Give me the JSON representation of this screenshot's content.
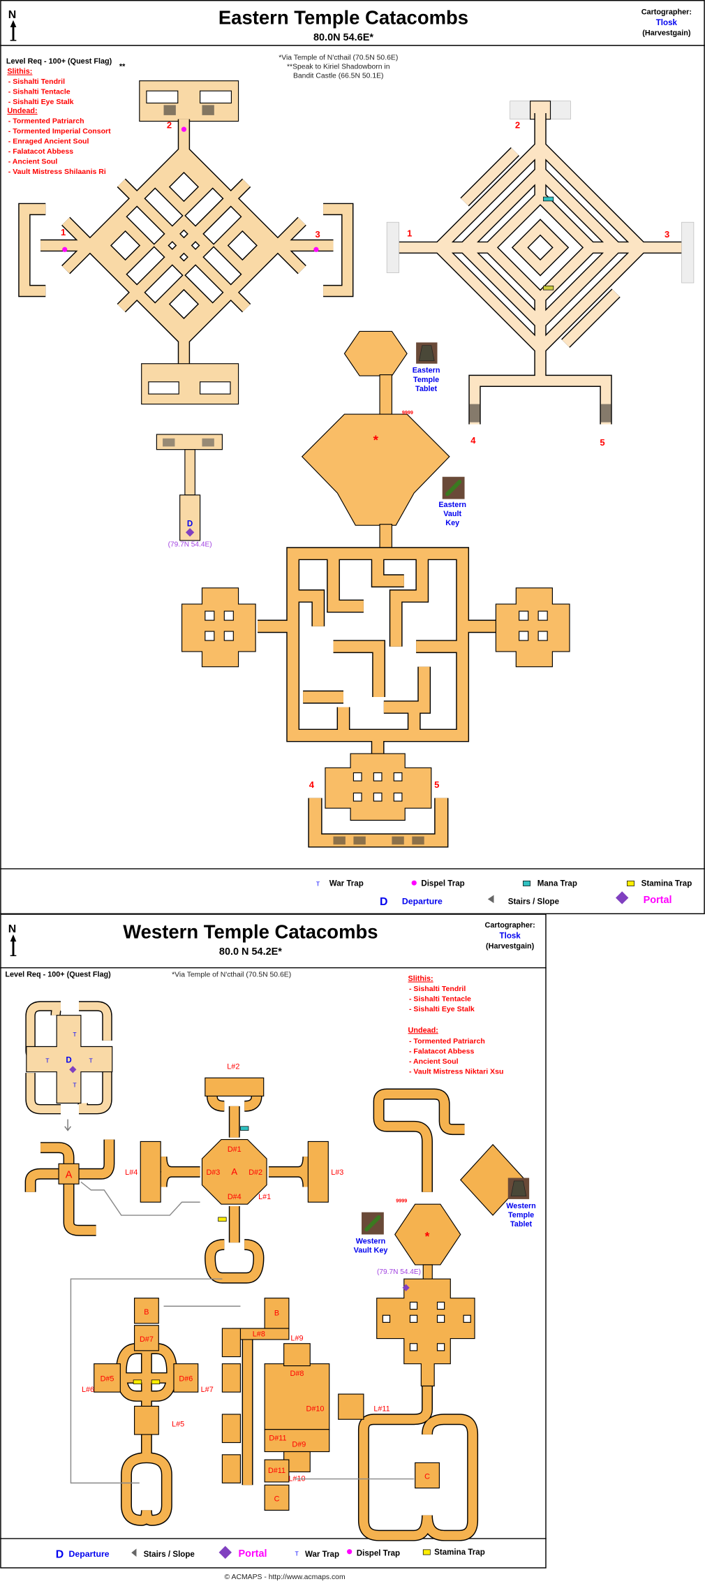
{
  "eastern": {
    "north_label": "N",
    "title": "Eastern Temple Catacombs",
    "coords": "80.0N 54.6E*",
    "cartographer_label": "Cartographer:",
    "cartographer_name": "Tlosk",
    "cartographer_server": "(Harvestgain)",
    "level_req": "Level Req - 100+ (Quest Flag)",
    "level_req_mark": "**",
    "notes": [
      "*Via Temple of N'cthail (70.5N 50.6E)",
      "**Speak to Kiriel Shadowborn in",
      "Bandit Castle (66.5N 50.1E)"
    ],
    "slithis_header": "Slithis:",
    "slithis": [
      "- Sishalti Tendril",
      "- Sishalti Tentacle",
      "- Sishalti Eye Stalk"
    ],
    "undead_header": "Undead:",
    "undead": [
      "- Tormented Patriarch",
      "- Tormented Imperial Consort",
      "- Enraged Ancient Soul",
      "- Falatacot Abbess",
      "- Ancient Soul",
      "- Vault Mistress Shilaanis Ri"
    ],
    "map_numbers": [
      "1",
      "2",
      "3",
      "1",
      "2",
      "3",
      "4",
      "5",
      "4",
      "5"
    ],
    "departure_marker": "D",
    "departure_coords": "(79.7N 54.4E)",
    "tablet_label": [
      "Eastern",
      "Temple",
      "Tablet"
    ],
    "key_label": [
      "Eastern",
      "Vault",
      "Key"
    ],
    "key_cost": "9999",
    "star": "*",
    "legend": {
      "war_trap": "War Trap",
      "dispel_trap": "Dispel Trap",
      "mana_trap": "Mana Trap",
      "stamina_trap": "Stamina Trap",
      "departure_icon": "D",
      "departure": "Departure",
      "stairs": "Stairs / Slope",
      "portal": "Portal"
    }
  },
  "western": {
    "north_label": "N",
    "title": "Western Temple Catacombs",
    "coords": "80.0 N 54.2E*",
    "cartographer_label": "Cartographer:",
    "cartographer_name": "Tlosk",
    "cartographer_server": "(Harvestgain)",
    "level_req": "Level Req - 100+ (Quest Flag)",
    "note": "*Via Temple of N'cthail (70.5N 50.6E)",
    "slithis_header": "Slithis:",
    "slithis": [
      "- Sishalti Tendril",
      "- Sishalti Tentacle",
      "- Sishalti Eye Stalk"
    ],
    "undead_header": "Undead:",
    "undead": [
      "- Tormented Patriarch",
      "- Falatacot Abbess",
      "- Ancient Soul",
      "- Vault Mistress Niktari Xsu"
    ],
    "room_labels": {
      "A": "A",
      "B": "B",
      "C": "C",
      "D": "D",
      "D1": "D#1",
      "D2": "D#2",
      "D3": "D#3",
      "D4": "D#4",
      "D5": "D#5",
      "D6": "D#6",
      "D7": "D#7",
      "D8": "D#8",
      "D9": "D#9",
      "D10": "D#10",
      "D11": "D#11",
      "L1": "L#1",
      "L2": "L#2",
      "L3": "L#3",
      "L4": "L#4",
      "L5": "L#5",
      "L6": "L#6",
      "L7": "L#7",
      "L8": "L#8",
      "L9": "L#9",
      "L10": "L#10",
      "L11": "L#11"
    },
    "departure_coords": "(79.7N 54.4E)",
    "tablet_label": [
      "Western",
      "Temple",
      "Tablet"
    ],
    "key_label": [
      "Western",
      "Vault Key"
    ],
    "key_cost": "9999",
    "star": "*",
    "legend": {
      "departure_icon": "D",
      "departure": "Departure",
      "stairs": "Stairs / Slope",
      "portal": "Portal",
      "war_trap": "War Trap",
      "dispel_trap": "Dispel Trap",
      "stamina_trap": "Stamina Trap"
    }
  },
  "footer": "© ACMAPS - http://www.acmaps.com",
  "colors": {
    "light_floor": "#F9D9A6",
    "pale_floor": "#FCE4C3",
    "orange_floor": "#F9BD66",
    "western_floor": "#F5B24F",
    "monster_text": "#FF0000",
    "link_text": "#0000EE",
    "portal": "#FF00FF"
  }
}
